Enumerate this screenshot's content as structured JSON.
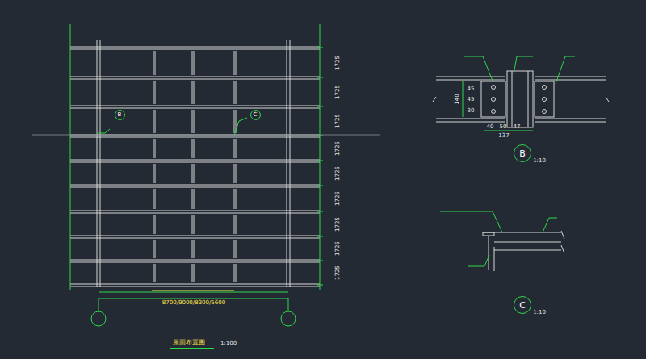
{
  "diagram": {
    "title": "屋面布置图",
    "nodes": [
      {
        "text": [
          "B"
        ]
      },
      {
        "text": [
          "C"
        ]
      },
      {
        "text": [
          "B"
        ]
      },
      {
        "text": [
          "C"
        ]
      }
    ],
    "labels": [
      "1725",
      "1725",
      "1725",
      "1725",
      "1725",
      "1725",
      "1725",
      "1725",
      "1725",
      "8700/9000/8300/5600",
      "1:100",
      "40",
      "50",
      "47",
      "137",
      "140",
      "45",
      "45",
      "30",
      "1:10",
      "1:10"
    ]
  }
}
